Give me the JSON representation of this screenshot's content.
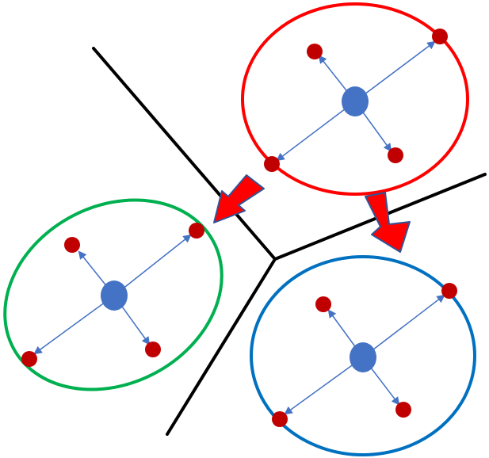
{
  "colors": {
    "background": "#ffffff",
    "boundary": "#000000",
    "center_node": "#4472c4",
    "leaf_node": "#c00000",
    "spoke": "#4472c4",
    "cluster_red": "#ff0000",
    "cluster_green": "#00b050",
    "cluster_blue": "#0070c0",
    "move_arrow_fill": "#ff0000",
    "move_arrow_stroke": "#2f5597"
  },
  "diagram": {
    "clusters": [
      {
        "name": "red-cluster",
        "color": "#ff0000",
        "leaf_count": 4
      },
      {
        "name": "green-cluster",
        "color": "#00b050",
        "leaf_count": 4
      },
      {
        "name": "blue-cluster",
        "color": "#0070c0",
        "leaf_count": 4
      }
    ],
    "boundary_lines": 3,
    "movement_arrows": [
      {
        "from": "red-cluster",
        "to": "green-cluster"
      },
      {
        "from": "red-cluster",
        "to": "blue-cluster"
      }
    ]
  }
}
